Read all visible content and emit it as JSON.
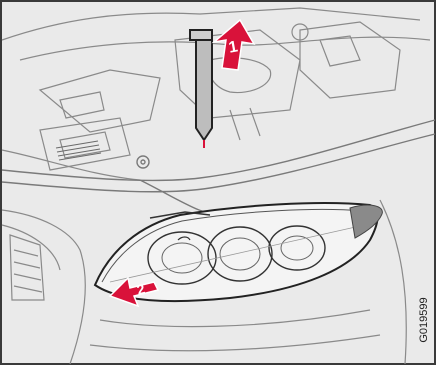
{
  "figure": {
    "callout_1": "1",
    "callout_2": "2",
    "figure_code": "G019599"
  },
  "colors": {
    "background": "#eaeaea",
    "frame": "#3a3a3a",
    "linework": "#8a8a8a",
    "callout_fill": "#d9123a",
    "callout_text": "#ffffff",
    "tool_fill": "#bdbdbd"
  }
}
